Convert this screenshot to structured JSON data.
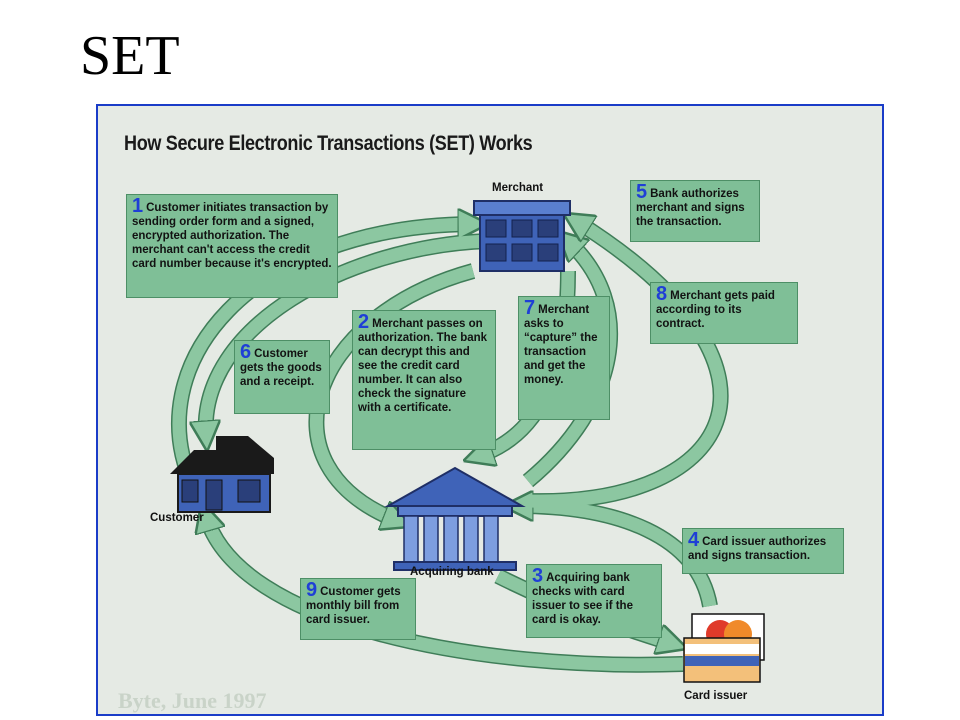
{
  "slide": {
    "title": "SET"
  },
  "diagram": {
    "title": "How Secure Electronic Transactions (SET) Works",
    "credit": "Byte, June 1997",
    "nodes": {
      "merchant": "Merchant",
      "customer": "Customer",
      "acquiring_bank": "Acquiring bank",
      "card_issuer": "Card issuer"
    },
    "steps": [
      {
        "num": "1",
        "text": "Customer initiates transaction by sending order form and a signed, encrypted authorization. The merchant can't access the credit card number because it's encrypted."
      },
      {
        "num": "2",
        "text": "Merchant passes on authorization. The bank can decrypt this and see the credit card number. It can also check the signature with a certificate."
      },
      {
        "num": "3",
        "text": "Acquiring bank checks with card issuer to see if the card is okay."
      },
      {
        "num": "4",
        "text": "Card issuer authorizes and signs transaction."
      },
      {
        "num": "5",
        "text": "Bank authorizes merchant and signs the transaction."
      },
      {
        "num": "6",
        "text": "Customer gets the goods and a receipt."
      },
      {
        "num": "7",
        "text": "Merchant asks to “capture” the transaction and get the money."
      },
      {
        "num": "8",
        "text": "Merchant gets paid according to its contract."
      },
      {
        "num": "9",
        "text": "Customer gets monthly bill from card issuer."
      }
    ],
    "colors": {
      "background": "#e5eae4",
      "box_fill": "#7fbf97",
      "arrow_fill": "#8cc7a1",
      "number": "#1f3fd6",
      "building_blue": "#3f63b8",
      "frame_border": "#1a3cc8"
    }
  }
}
